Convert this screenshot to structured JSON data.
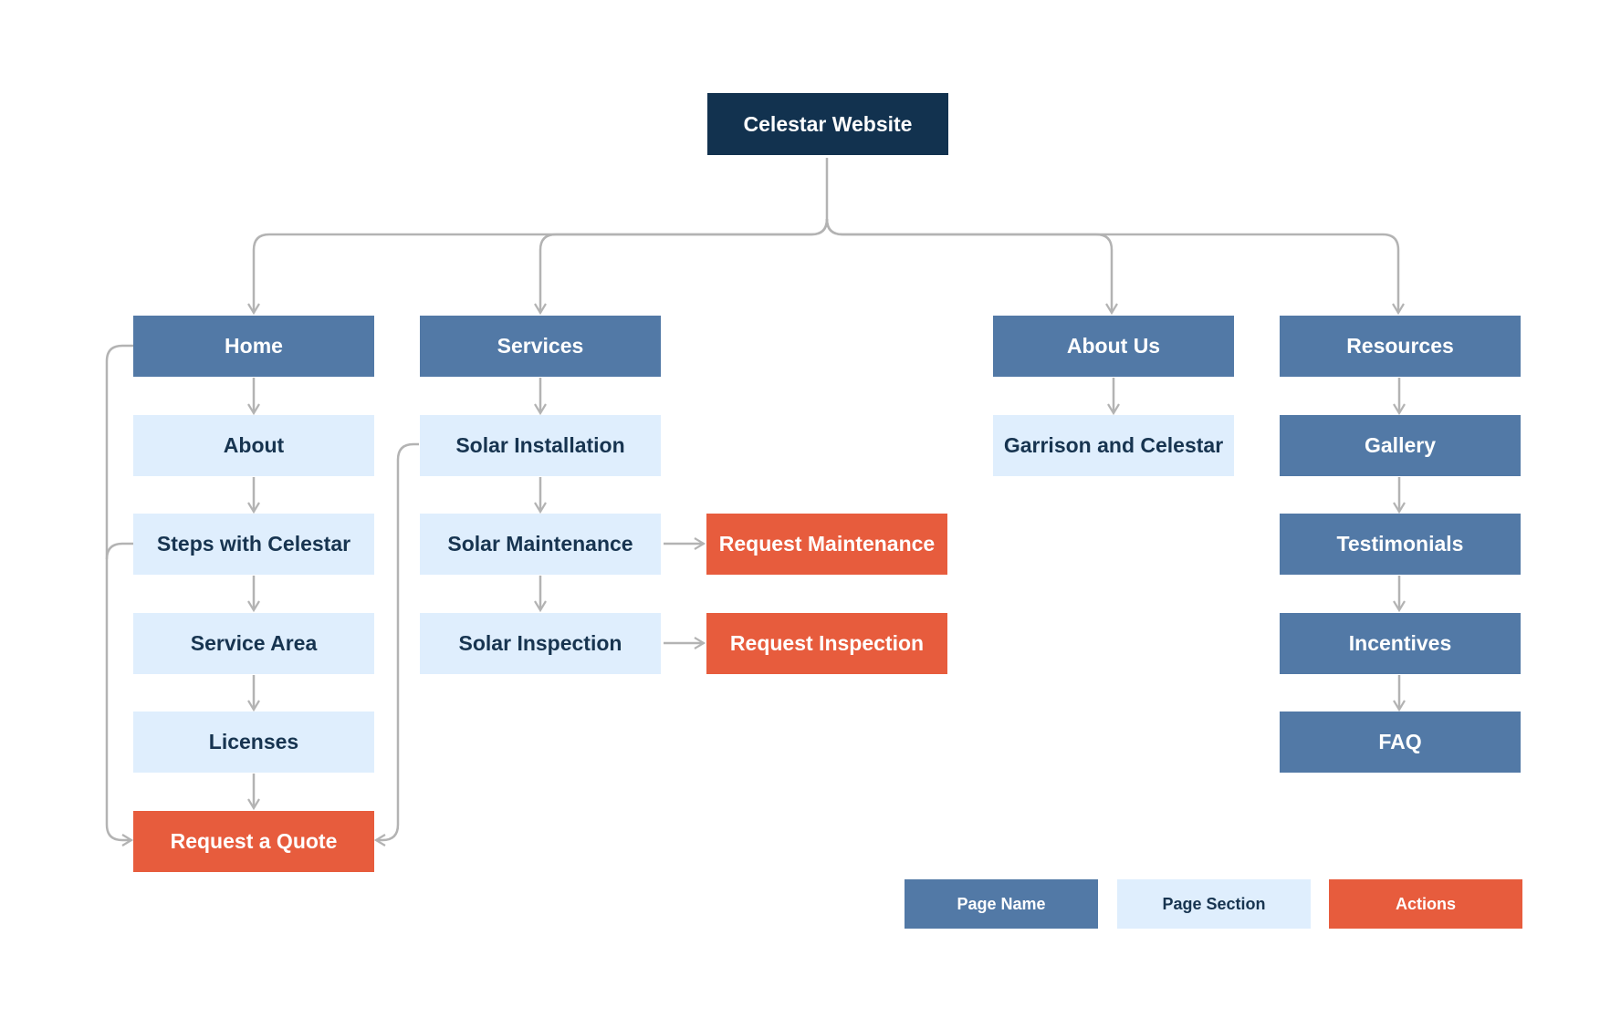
{
  "diagram": {
    "root": {
      "label": "Celestar Website"
    },
    "pages": {
      "home": "Home",
      "services": "Services",
      "about_us": "About Us",
      "resources": "Resources"
    },
    "home_sections": [
      "About",
      "Steps with Celestar",
      "Service Area",
      "Licenses"
    ],
    "home_action": "Request a Quote",
    "services_sections": [
      "Solar Installation",
      "Solar Maintenance",
      "Solar Inspection"
    ],
    "services_actions": [
      "Request Maintenance",
      "Request Inspection"
    ],
    "about_us_sections": [
      "Garrison and Celestar"
    ],
    "resources_pages": [
      "Gallery",
      "Testimonials",
      "Incentives",
      "FAQ"
    ]
  },
  "legend": {
    "page_name": "Page Name",
    "page_section": "Page Section",
    "actions": "Actions"
  },
  "colors": {
    "root": "#12324f",
    "page_name": "#5279a6",
    "page_section": "#dfeefd",
    "action": "#e75c3d",
    "connector": "#b3b3b3"
  }
}
